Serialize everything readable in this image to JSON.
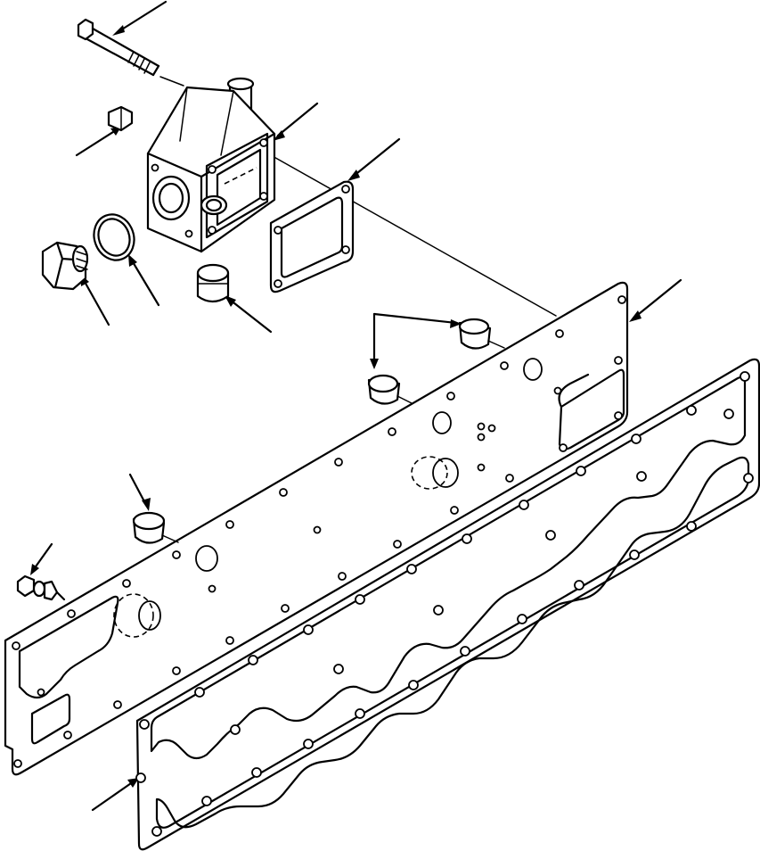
{
  "diagram": {
    "parts": [
      {
        "id": "cap-screw"
      },
      {
        "id": "pipe-plug-small"
      },
      {
        "id": "thermostat-housing"
      },
      {
        "id": "housing-gasket"
      },
      {
        "id": "hex-plug"
      },
      {
        "id": "o-ring-seal"
      },
      {
        "id": "cup-plug-housing"
      },
      {
        "id": "cover-plate"
      },
      {
        "id": "cup-plug-pair"
      },
      {
        "id": "cup-plug-lower"
      },
      {
        "id": "drain-valve"
      },
      {
        "id": "cover-gasket"
      }
    ],
    "colors": {
      "ink": "#000000",
      "paper": "#ffffff"
    }
  }
}
